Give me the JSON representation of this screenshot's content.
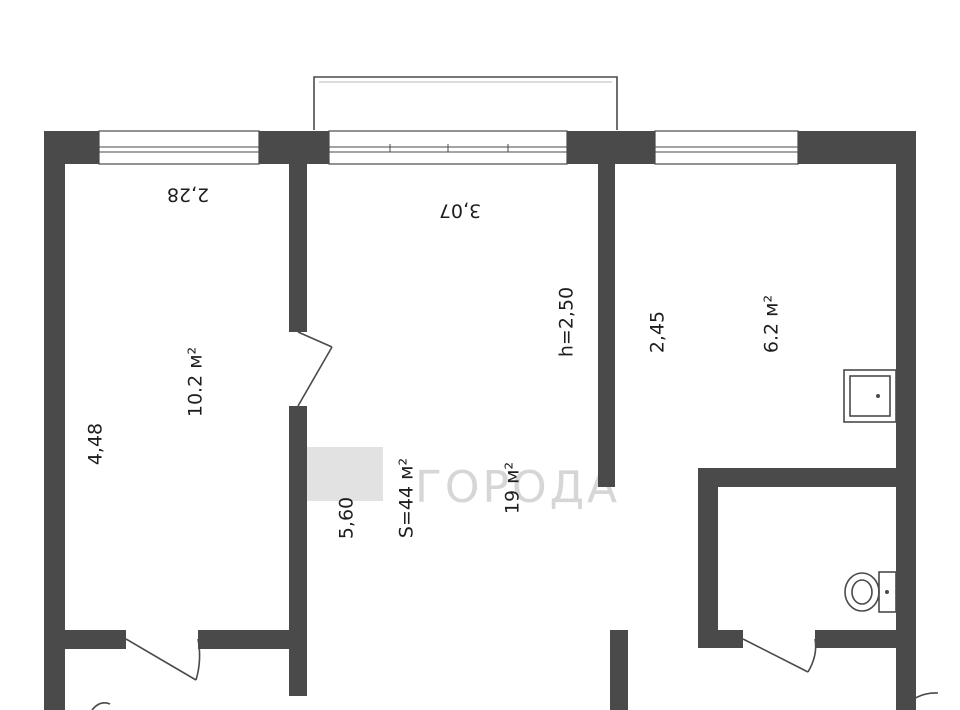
{
  "rooms": {
    "left_room": {
      "area": "10.2 м²",
      "width": "2,28",
      "length": "4,48"
    },
    "main_room": {
      "area": "19 м²",
      "width": "3,07",
      "length": "5,60",
      "height": "h=2,50"
    },
    "kitchen": {
      "area": "6.2 м²",
      "length": "2,45"
    }
  },
  "total_area": "S=44 м²",
  "watermark": "ГОРОДА",
  "colors": {
    "wall": "#4a4a4a",
    "background": "#ffffff",
    "watermark": "#d6d6d6"
  }
}
